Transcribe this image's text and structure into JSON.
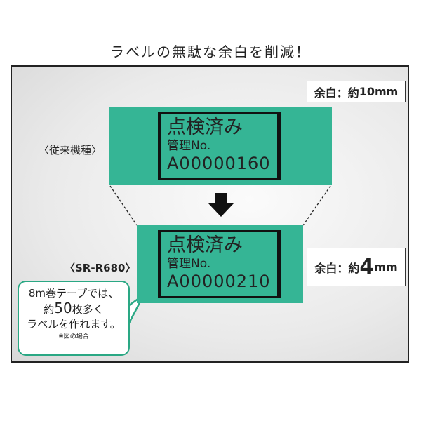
{
  "title": "ラベルの無駄な余白を削減！",
  "old": {
    "model": "〈従来機種〉",
    "line1": "点検済み",
    "line2": "管理No.",
    "line3": "A00000160",
    "margin_prefix": "余白：約",
    "margin_value": "10",
    "margin_unit": "mm"
  },
  "new": {
    "model": "〈SR-R680〉",
    "line1": "点検済み",
    "line2": "管理No.",
    "line3": "A00000210",
    "margin_prefix": "余白：約",
    "margin_value": "4",
    "margin_unit": "mm"
  },
  "bubble": {
    "line1": "8m巻テープでは、",
    "line2_pre": "約",
    "line2_num": "50",
    "line2_post": "枚多く",
    "line3": "ラベルを作れます。",
    "note": "※図の場合"
  },
  "colors": {
    "tape": "#35b595",
    "bubble_border": "#2aa884"
  }
}
